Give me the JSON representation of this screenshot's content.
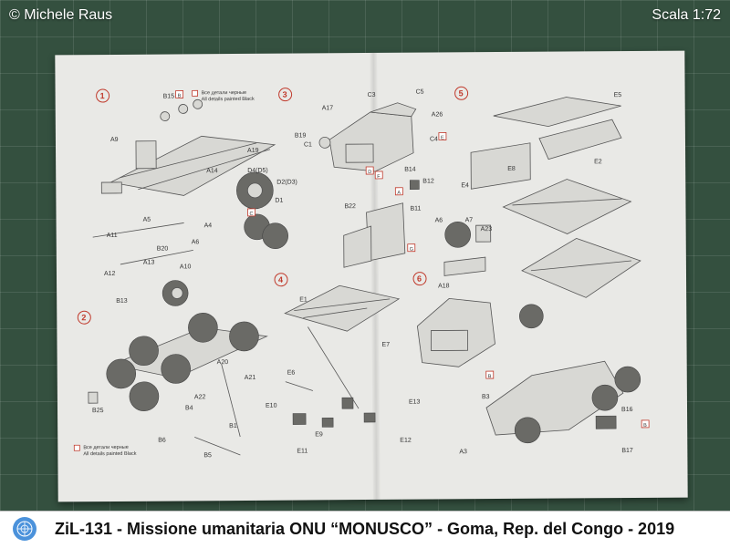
{
  "photo": {
    "copyright": "© Michele Raus",
    "scale": "Scala 1:72"
  },
  "caption": {
    "text": "ZiL-131 - Missione umanitaria ONU “MONUSCO” - Goma, Rep. del Congo - 2019"
  },
  "sheet": {
    "steps": [
      "1",
      "2",
      "3",
      "4",
      "5",
      "6"
    ],
    "note_lines": [
      "Все детали черные",
      "All details painted Black"
    ],
    "part_labels": [
      "B15",
      "A9",
      "A19",
      "A14",
      "A5",
      "A11",
      "A12",
      "A13",
      "B13",
      "A10",
      "B20",
      "A4",
      "A6",
      "D4(D5)",
      "D2(D3)",
      "D1",
      "C1",
      "B19",
      "C3",
      "C5",
      "A17",
      "A26",
      "C4",
      "B22",
      "B14",
      "B12",
      "B11",
      "A6",
      "A7",
      "A23",
      "A18",
      "E5",
      "E2",
      "E4",
      "E8",
      "E1",
      "E6",
      "E7",
      "E10",
      "E11",
      "E12",
      "E13",
      "E9",
      "A20",
      "A21",
      "A22",
      "B1",
      "B4",
      "B5",
      "B6",
      "B25",
      "B3",
      "B16",
      "B17",
      "A3"
    ],
    "marker_letters": [
      "B",
      "C",
      "A",
      "E",
      "D",
      "F",
      "G"
    ]
  },
  "icons": {
    "un_emblem": "un-emblem-icon"
  }
}
